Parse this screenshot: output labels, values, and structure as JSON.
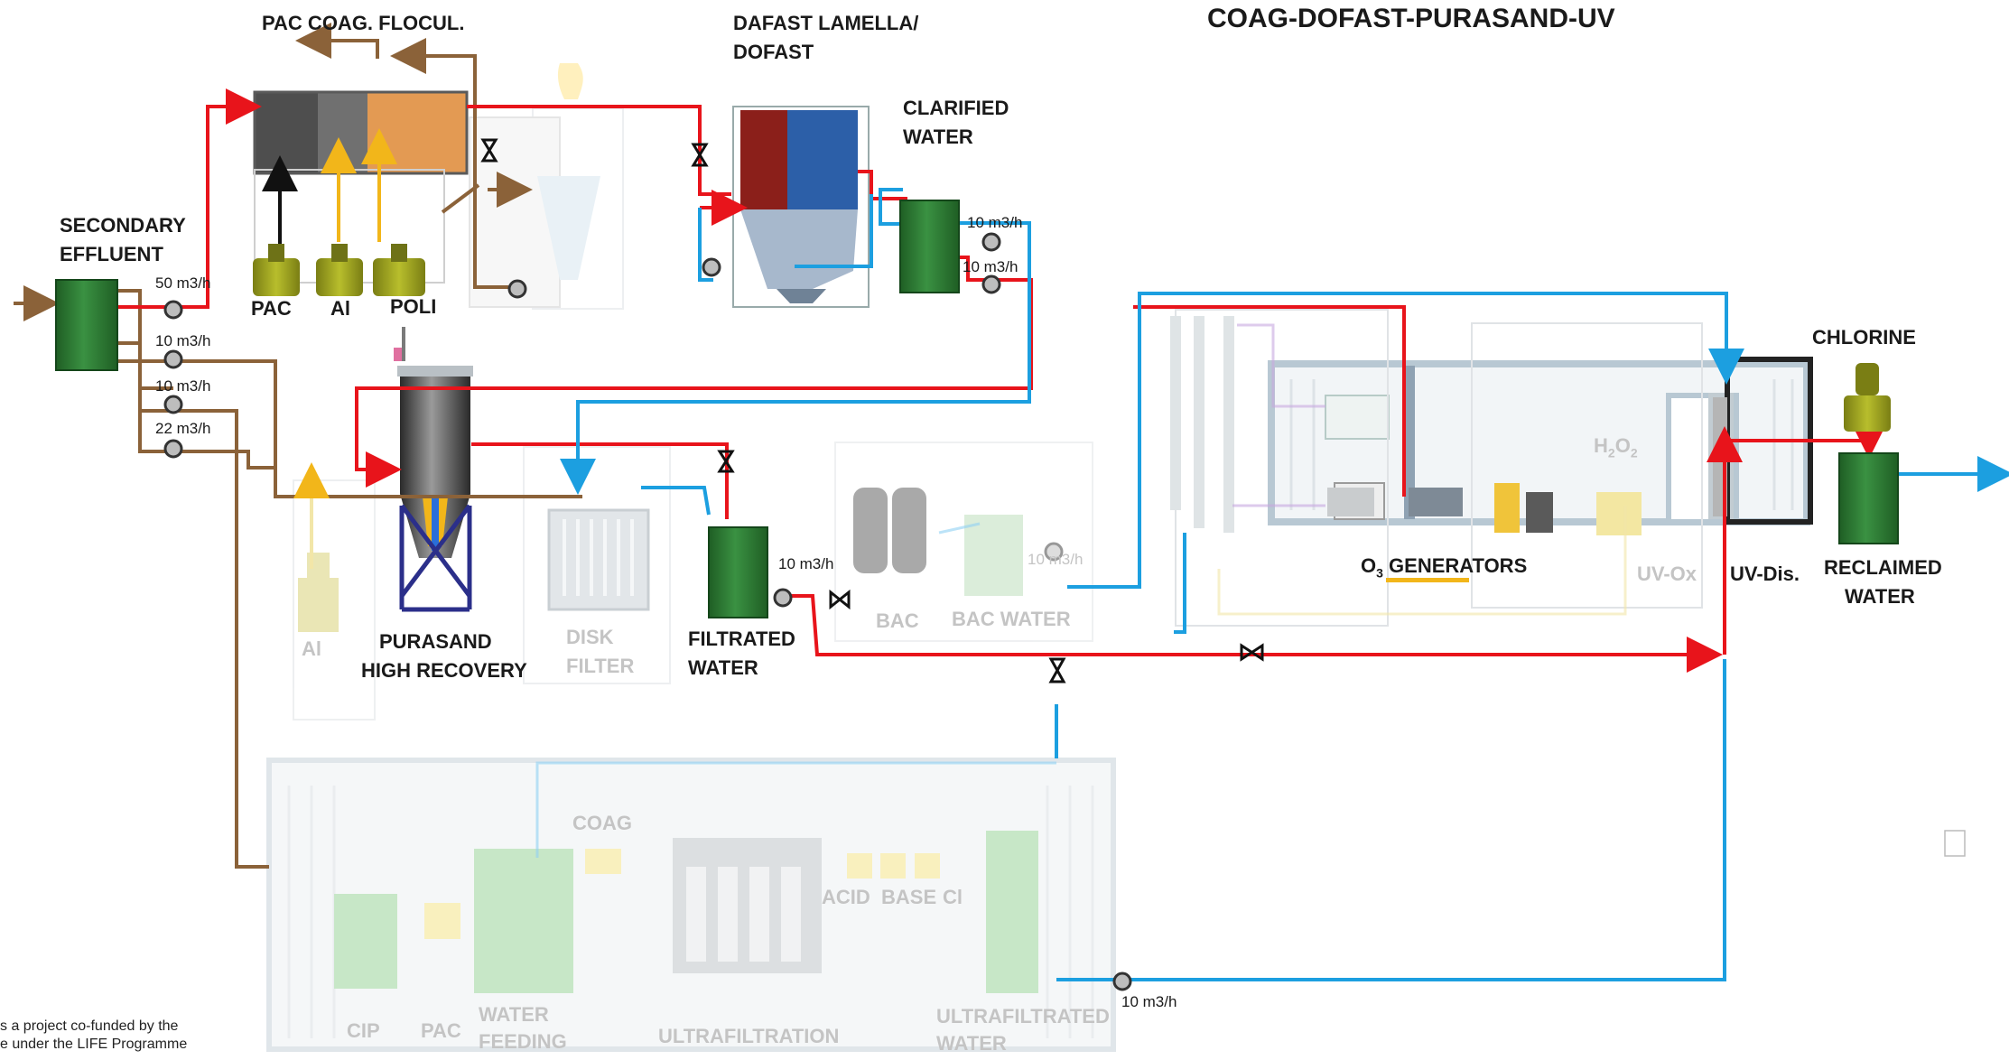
{
  "title": "COAG-DOFAST-PURASAND-UV",
  "labels": {
    "pac_coag_flocul": "PAC  COAG.  FLOCUL.",
    "dafast_line1": "DAFAST LAMELLA/",
    "dafast_line2": "DOFAST",
    "clarified_line1": "CLARIFIED",
    "clarified_line2": "WATER",
    "secondary_line1": "SECONDARY",
    "secondary_line2": "EFFLUENT",
    "pac": "PAC",
    "al": "Al",
    "poli": "POLI",
    "purasand_line1": "PURASAND",
    "purasand_line2": "HIGH RECOVERY",
    "al_faded": "Al",
    "disk_line1": "DISK",
    "disk_line2": "FILTER",
    "filtrated_line1": "FILTRATED",
    "filtrated_line2": "WATER",
    "bac": "BAC",
    "bac_water": "BAC WATER",
    "o3_prefix": "O",
    "o3_sub": "3",
    "o3_suffix": " GENERATORS",
    "h2o2_h": "H",
    "h2o2_2a": "2",
    "h2o2_o": "O",
    "h2o2_2b": "2",
    "uv_ox": "UV-Ox",
    "uv_dis": "UV-Dis.",
    "chlorine": "CHLORINE",
    "reclaimed_line1": "RECLAIMED",
    "reclaimed_line2": "WATER",
    "coag": "COAG",
    "acid": "ACID",
    "base": "BASE",
    "cl": "Cl",
    "cip": "CIP",
    "pac_uf": "PAC",
    "water_feeding_line1": "WATER",
    "water_feeding_line2": "FEEDING",
    "ultrafiltration": "ULTRAFILTRATION",
    "ultrafiltrated_line1": "ULTRAFILTRATED",
    "ultrafiltrated_line2": "WATER"
  },
  "flows": {
    "f50": "50 m3/h",
    "f10a": "10 m3/h",
    "f10b": "10 m3/h",
    "f22": "22 m3/h",
    "f10_clar1": "10 m3/h",
    "f10_clar2": "10 m3/h",
    "f10_filtrated": "10 m3/h",
    "f10_bac": "10 m3/h",
    "f10_uf": "10 m3/h"
  },
  "footer": {
    "line1": "s a project co-funded by the",
    "line2": "e under the LIFE Programme"
  },
  "colors": {
    "red": "#e8141b",
    "blue": "#1c9fe0",
    "brown": "#8b6239",
    "tank_green": "#2f7d32",
    "tank_dark": "#1e5a22",
    "dosing_yellow": "#9da322",
    "faded_green": "#c6e5c6",
    "faded_yellow": "#f1e7a8",
    "faded_gray": "#d9dde0"
  }
}
